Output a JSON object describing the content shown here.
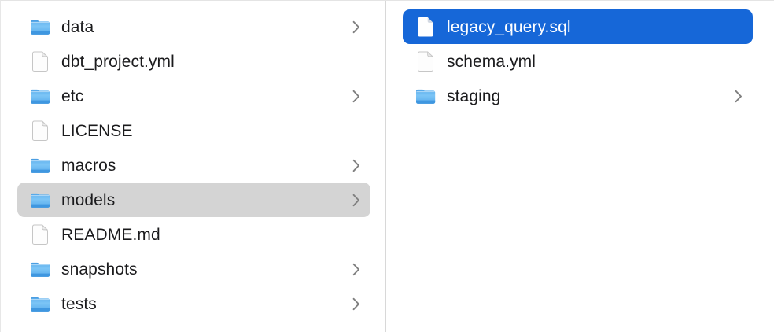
{
  "window": {
    "description": "file-browser-column-view",
    "column_count": 2
  },
  "columns": [
    {
      "name": "column-1",
      "items": [
        {
          "label": "data",
          "type": "folder",
          "chevron": true,
          "selected": "none"
        },
        {
          "label": "dbt_project.yml",
          "type": "file",
          "chevron": false,
          "selected": "none"
        },
        {
          "label": "etc",
          "type": "folder",
          "chevron": true,
          "selected": "none"
        },
        {
          "label": "LICENSE",
          "type": "file",
          "chevron": false,
          "selected": "none"
        },
        {
          "label": "macros",
          "type": "folder",
          "chevron": true,
          "selected": "none"
        },
        {
          "label": "models",
          "type": "folder",
          "chevron": true,
          "selected": "inactive"
        },
        {
          "label": "README.md",
          "type": "file",
          "chevron": false,
          "selected": "none"
        },
        {
          "label": "snapshots",
          "type": "folder",
          "chevron": true,
          "selected": "none"
        },
        {
          "label": "tests",
          "type": "folder",
          "chevron": true,
          "selected": "none"
        }
      ]
    },
    {
      "name": "column-2",
      "items": [
        {
          "label": "legacy_query.sql",
          "type": "file",
          "chevron": false,
          "selected": "active"
        },
        {
          "label": "schema.yml",
          "type": "file",
          "chevron": false,
          "selected": "none"
        },
        {
          "label": "staging",
          "type": "folder",
          "chevron": true,
          "selected": "none"
        }
      ]
    }
  ],
  "icons": {
    "folder": "folder-icon",
    "file": "file-icon",
    "chevron": "chevron-right-icon"
  },
  "colors": {
    "selection_active": "#1667d8",
    "selection_inactive": "#d4d4d4",
    "text": "#1b1b1d",
    "text_selected": "#ffffff",
    "divider": "#d8d8d8",
    "chevron": "#808080",
    "folder_blue_top": "#5fb1ee",
    "folder_blue_mid": "#7cc5f6",
    "folder_blue_strip": "#3f97e0",
    "file_border": "#c6c6c6",
    "file_fold": "#ebebeb",
    "file_fold_selected": "#d3d9e3"
  }
}
